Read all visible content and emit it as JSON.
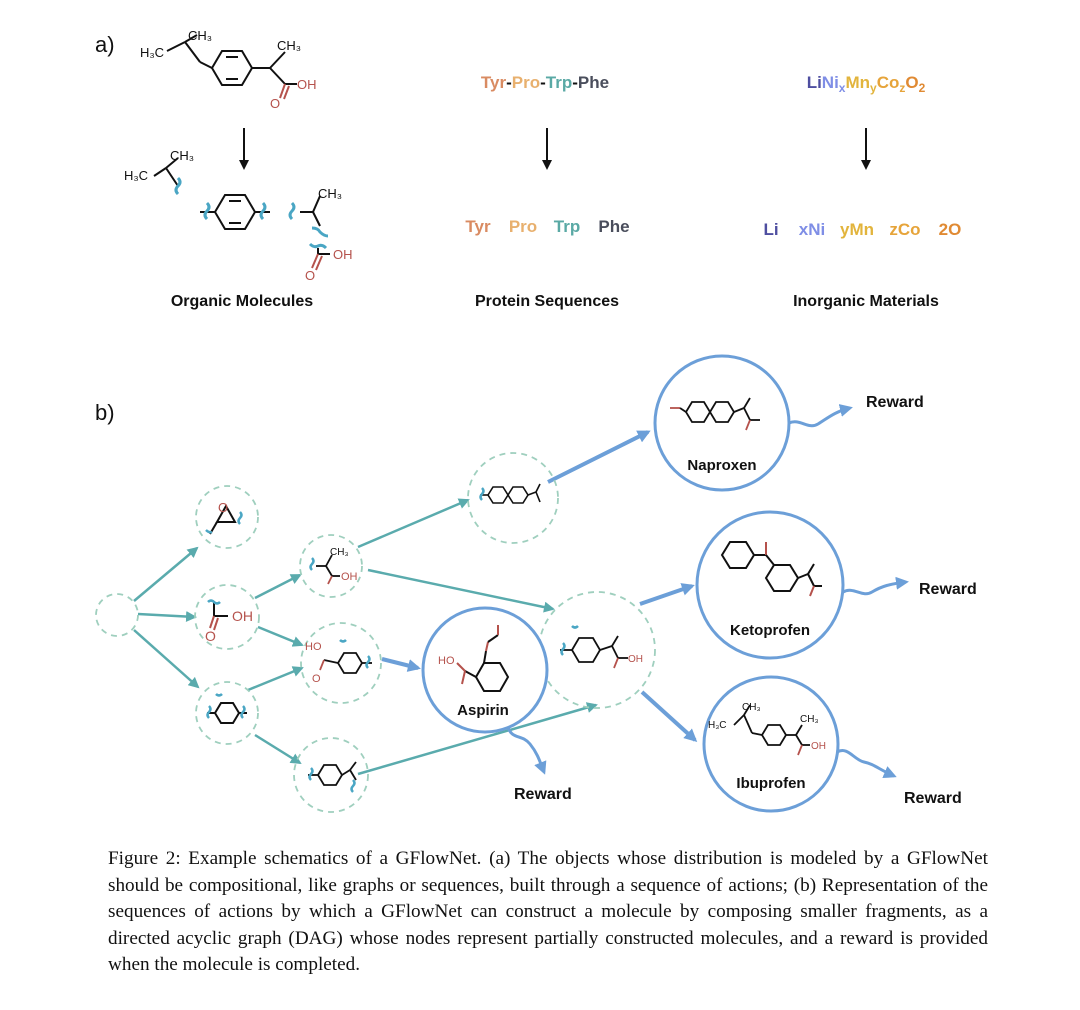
{
  "panel_a": {
    "label": "a)",
    "organic": {
      "title": "Organic Molecules",
      "h3c": "H₃C",
      "ch3": "CH₃",
      "o": "O",
      "oh": "OH"
    },
    "protein": {
      "title": "Protein Sequences",
      "residues": [
        {
          "name": "Tyr",
          "color": "#d98b62"
        },
        {
          "name": "Pro",
          "color": "#e8b06e"
        },
        {
          "name": "Trp",
          "color": "#5aa9a5"
        },
        {
          "name": "Phe",
          "color": "#4a4e5c"
        }
      ],
      "separator": "-"
    },
    "inorganic": {
      "title": "Inorganic Materials",
      "formula_parts": [
        {
          "text": "Li",
          "color": "#4e4ea0"
        },
        {
          "text": "Ni",
          "sub": "x",
          "color": "#7f8ee6"
        },
        {
          "text": "Mn",
          "sub": "y",
          "color": "#e2b43c"
        },
        {
          "text": "Co",
          "sub": "z",
          "color": "#e6a43a"
        },
        {
          "text": "O",
          "sub": "2",
          "color": "#e08a33"
        }
      ],
      "fragments": [
        {
          "text": "Li",
          "color": "#4e4ea0"
        },
        {
          "text": "xNi",
          "color": "#7f8ee6"
        },
        {
          "text": "yMn",
          "color": "#e2b43c"
        },
        {
          "text": "zCo",
          "color": "#e6a43a"
        },
        {
          "text": "2O",
          "color": "#e08a33"
        }
      ]
    }
  },
  "panel_b": {
    "label": "b)",
    "products": {
      "naproxen": "Naproxen",
      "ketoprofen": "Ketoprofen",
      "aspirin": "Aspirin",
      "ibuprofen": "Ibuprofen"
    },
    "reward": "Reward",
    "atoms": {
      "o": "O",
      "oh": "OH",
      "ho": "HO",
      "ch3": "CH₃",
      "h3c": "H₃C"
    }
  },
  "colors": {
    "edge": "#5aabad",
    "node_dashed": "#9fcfbe",
    "product": "#6c9fd8",
    "oxygen": "#b5524c",
    "bond_break": "#4aa6c4"
  },
  "caption": "Figure 2: Example schematics of a GFlowNet. (a) The objects whose distribution is modeled by a GFlowNet should be compositional, like graphs or sequences, built through a sequence of actions; (b) Representation of the sequences of actions by which a GFlowNet can construct a molecule by composing smaller fragments, as a directed acyclic graph (DAG) whose nodes represent partially constructed molecules, and a reward is provided when the molecule is completed."
}
